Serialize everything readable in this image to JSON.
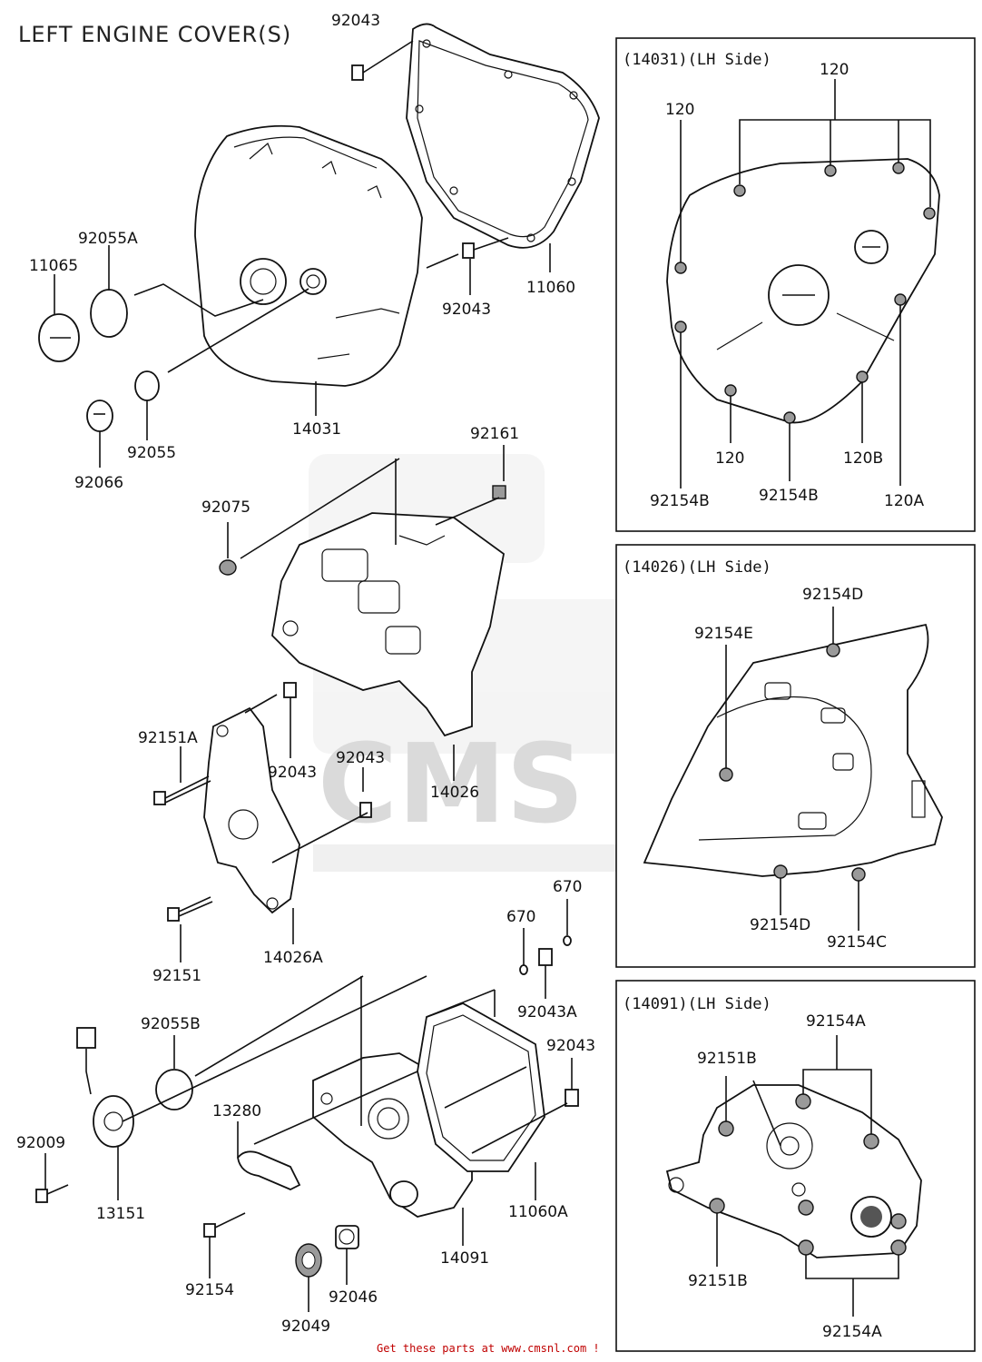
{
  "title": "LEFT ENGINE COVER(S)",
  "watermark": "CMS",
  "footer": "Get these parts at www.cmsnl.com !",
  "boxes": [
    {
      "title": "(14031)(LH Side)"
    },
    {
      "title": "(14026)(LH Side)"
    },
    {
      "title": "(14091)(LH Side)"
    }
  ],
  "labels": {
    "p92043_top": "92043",
    "p92055A": "92055A",
    "p11065": "11065",
    "p92043_mid": "92043",
    "p11060": "11060",
    "p14031": "14031",
    "p92055": "92055",
    "p92066": "92066",
    "p92161": "92161",
    "p92075": "92075",
    "p92151A": "92151A",
    "p92043_c": "92043",
    "p92043_d": "92043",
    "p14026": "14026",
    "p92151": "92151",
    "p14026A": "14026A",
    "p670_a": "670",
    "p670_b": "670",
    "p92043A": "92043A",
    "p92055B": "92055B",
    "p92043_e": "92043",
    "p13280": "13280",
    "p92009": "92009",
    "p13151": "13151",
    "p11060A": "11060A",
    "p14091": "14091",
    "p92154": "92154",
    "p92046": "92046",
    "p92049": "92049",
    "b1_120_a": "120",
    "b1_120_b": "120",
    "b1_120_c": "120",
    "b1_120B": "120B",
    "b1_120A": "120A",
    "b1_92154B_a": "92154B",
    "b1_92154B_b": "92154B",
    "b2_92154D_a": "92154D",
    "b2_92154E": "92154E",
    "b2_92154D_b": "92154D",
    "b2_92154C": "92154C",
    "b3_92154A_a": "92154A",
    "b3_92151B_a": "92151B",
    "b3_92151B_b": "92151B",
    "b3_92154A_b": "92154A"
  }
}
